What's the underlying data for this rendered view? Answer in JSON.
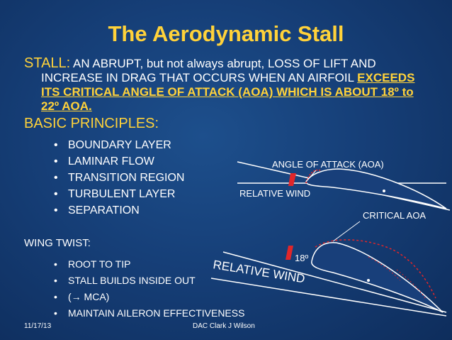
{
  "title": "The Aerodynamic Stall",
  "stall": {
    "lead": "STALL:",
    "line1_rest": " AN ABRUPT, but not always abrupt, LOSS OF LIFT AND",
    "line2_a": "INCREASE IN DRAG THAT OCCURS WHEN AN AIRFOIL ",
    "line2_b": "EXCEEDS",
    "line3": "ITS CRITICAL ANGLE OF ATTACK (AOA) WHICH IS ABOUT 18º to",
    "line4": "22º AOA."
  },
  "basic": {
    "heading": "BASIC PRINCIPLES:",
    "items": [
      "BOUNDARY LAYER",
      "LAMINAR FLOW",
      "TRANSITION REGION",
      "TURBULENT LAYER",
      "SEPARATION"
    ]
  },
  "wing": {
    "heading": "WING TWIST:",
    "items": [
      "ROOT TO TIP",
      "STALL BUILDS INSIDE OUT",
      " (→ MCA)",
      "MAINTAIN AILERON EFFECTIVENESS"
    ]
  },
  "diagram": {
    "aoa_label": "ANGLE OF ATTACK (AOA)",
    "relwind_label": "RELATIVE WIND",
    "critical_label": "CRITICAL  AOA",
    "deg_label": "18º",
    "relwind_label2": "RELATIVE WIND"
  },
  "footer": {
    "date": "11/17/13",
    "author": "DAC Clark J Wilson"
  },
  "colors": {
    "title": "#ffd23a",
    "accent_red": "#e0262a",
    "background": "#163f78"
  }
}
